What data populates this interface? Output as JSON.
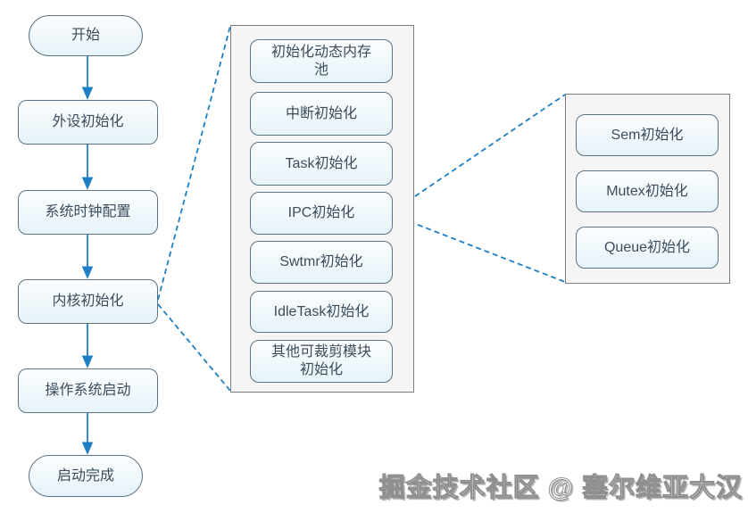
{
  "flow": {
    "start": "开始",
    "steps": [
      "外设初始化",
      "系统时钟配置",
      "内核初始化",
      "操作系统启动"
    ],
    "end": "启动完成"
  },
  "kernel_panel": {
    "items": [
      "初始化动态内存池",
      "中断初始化",
      "Task初始化",
      "IPC初始化",
      "Swtmr初始化",
      "IdleTask初始化",
      "其他可裁剪模块初始化"
    ]
  },
  "ipc_panel": {
    "items": [
      "Sem初始化",
      "Mutex初始化",
      "Queue初始化"
    ]
  },
  "watermark": "掘金技术社区 @ 塞尔维亚大汉",
  "colors": {
    "connector_blue": "#1f7fc4",
    "node_border": "#5d7383",
    "node_fill_top": "#fbfdfe",
    "node_fill_bottom": "#e6f3f9",
    "panel_fill": "#f5f5f6",
    "panel_border": "#7d7d7d",
    "text": "#3d4c5c",
    "background": "#ffffff"
  }
}
